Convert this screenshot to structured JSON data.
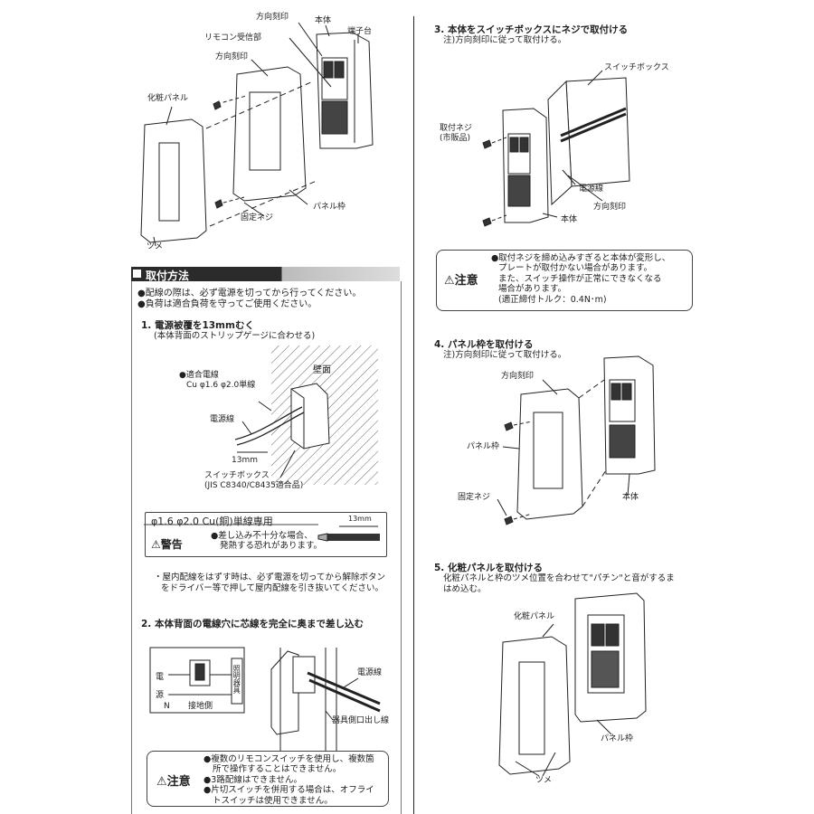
{
  "top_diagram": {
    "direction_mark_1": "方向刻印",
    "body": "本体",
    "terminal_block": "端子台",
    "remote_receiver": "リモコン受信部",
    "direction_mark_2": "方向刻印",
    "decor_panel": "化粧パネル",
    "fixing_screw": "固定ネジ",
    "panel_frame": "パネル枠",
    "tab": "ツメ"
  },
  "install_method": {
    "title": "取付方法",
    "notes": [
      "●配線の際は、必ず電源を切ってから行ってください。",
      "●負荷は適合負荷を守ってご使用ください。"
    ],
    "step1": {
      "title": "1. 電源被覆を13mmむく",
      "sub": "(本体背面のストリップゲージに合わせる)",
      "wall": "壁面",
      "wire_spec_1": "●適合電線",
      "wire_spec_2": "Cu φ1.6 φ2.0単線",
      "power_wire": "電源線",
      "strip_len": "13mm",
      "switch_box": "スイッチボックス",
      "jis": "(JIS C8340/C8435適合品)"
    },
    "wire_only": "φ1.6 φ2.0 Cu(銅)単線専用",
    "wire_only_len": "13mm",
    "warning": {
      "label": "警告",
      "lines": [
        "●差し込み不十分な場合、",
        "発熱する恐れがあります。"
      ]
    },
    "release_note": [
      "・屋内配線をはずす時は、必ず電源を切ってから解除ボタン",
      "をドライバー等で押して屋内配線を引き抜いてください。"
    ],
    "step2": {
      "title": "2. 本体背面の電線穴に芯線を完全に奥まで差し込む",
      "power_label": "電",
      "source_label": "源",
      "n_label": "N",
      "ground_side": "接地側",
      "lighting": "照明器具",
      "power_wire": "電源線",
      "fixture_wire": "器具側口出し線"
    },
    "caution_left": {
      "label": "注意",
      "lines": [
        "●複数のリモコンスイッチを使用し、複数箇",
        "所で操作することはできません。",
        "●3路配線はできません。",
        "●片切スイッチを併用する場合は、オフライ",
        "トスイッチは使用できません。"
      ]
    }
  },
  "step3": {
    "title": "3. 本体をスイッチボックスにネジで取付ける",
    "sub": "注)方向刻印に従って取付ける。",
    "switch_box": "スイッチボックス",
    "mount_screw_1": "取付ネジ",
    "mount_screw_2": "(市販品)",
    "power_wire": "電源線",
    "direction_mark": "方向刻印",
    "body": "本体",
    "caution": {
      "label": "注意",
      "lines": [
        "●取付ネジを締め込みすぎると本体が変形し、",
        "プレートが取付かない場合があります。",
        "また、スイッチ操作が正常にできなくなる",
        "場合があります。",
        "(適正締付トルク：0.4N･m)"
      ]
    }
  },
  "step4": {
    "title": "4. パネル枠を取付ける",
    "sub": "注)方向刻印に従って取付ける。",
    "direction_mark": "方向刻印",
    "panel_frame": "パネル枠",
    "fixing_screw": "固定ネジ",
    "body": "本体"
  },
  "step5": {
    "title": "5. 化粧パネルを取付ける",
    "sub_1": "化粧パネルと枠のツメ位置を合わせて\"パチン\"と音がするま",
    "sub_2": "はめ込む。",
    "decor_panel": "化粧パネル",
    "panel_frame": "パネル枠",
    "tab": "ツメ"
  }
}
